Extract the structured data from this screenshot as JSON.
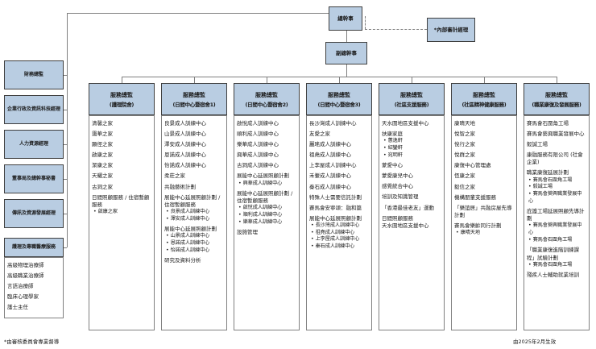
{
  "top": {
    "ceo": "總幹事",
    "deputy_ceo": "副總幹事",
    "internal_audit": "*內部審計經理"
  },
  "left_boxes": [
    "財務總監",
    "企業行政及資訊科技經理",
    "人力資源經理",
    "董事局及總幹事秘書",
    "傳訊及資源發展經理"
  ],
  "clinical": {
    "title": "護理及專職醫療服務",
    "items": [
      "高級物理治療師",
      "高級職業治療師",
      "言語治療師",
      "臨床心理學家",
      "護士主任"
    ]
  },
  "columns": [
    {
      "title": "服務總監",
      "subtitle": "(護理院舍)",
      "items": [
        {
          "text": "清馨之家"
        },
        {
          "text": "靄華之家"
        },
        {
          "text": "顯徑之家"
        },
        {
          "text": "啟康之家"
        },
        {
          "text": "潔康之家"
        },
        {
          "text": "天耀之家"
        },
        {
          "text": "古洞之家"
        },
        {
          "text": "日間照顧服務 / 住宿暫顧服務",
          "bullets": [
            "啟康之家"
          ]
        }
      ]
    },
    {
      "title": "服務總監",
      "subtitle": "(日間中心暨宿舍1)",
      "items": [
        {
          "text": "良景成人訓練中心"
        },
        {
          "text": "山景成人訓練中心"
        },
        {
          "text": "澤安成人訓練中心"
        },
        {
          "text": "恩諾成人訓練中心"
        },
        {
          "text": "怡諾成人訓練中心"
        },
        {
          "text": "柔莊之家"
        },
        {
          "text": "共融藝術計劃"
        },
        {
          "text": "展能中心延展照顧計劃 / 住宿暫顧服務",
          "bullets": [
            "良景成人訓練中心",
            "澤安成人訓練中心"
          ]
        },
        {
          "text": "展能中心延展照顧計劃",
          "bullets": [
            "山景成人訓練中心",
            "恩諾成人訓練中心",
            "怡諾成人訓練中心"
          ]
        },
        {
          "text": "研究及資料分析"
        }
      ]
    },
    {
      "title": "服務總監",
      "subtitle": "(日間中心暨宿舍2)",
      "items": [
        {
          "text": "啟悅成人訓練中心"
        },
        {
          "text": "順利成人訓練中心"
        },
        {
          "text": "樂華成人訓練中心"
        },
        {
          "text": "興華成人訓練中心"
        },
        {
          "text": "古洞成人訓練中心"
        },
        {
          "text": "展能中心延展照顧計劃",
          "bullets": [
            "興華成人訓練中心"
          ]
        },
        {
          "text": "展能中心延展照顧計劃 / 住宿暫顧服務",
          "bullets": [
            "啟悅成人訓練中心",
            "順利成人訓練中心",
            "樂華成人訓練中心"
          ]
        },
        {
          "text": "設施管理"
        }
      ]
    },
    {
      "title": "服務總監",
      "subtitle": "(日間中心暨宿舍3)",
      "items": [
        {
          "text": "長沙灣成人訓練中心"
        },
        {
          "text": "友愛之家"
        },
        {
          "text": "麗瑤成人訓練中心"
        },
        {
          "text": "祖堯成人訓練中心"
        },
        {
          "text": "上李屋成人訓練中心"
        },
        {
          "text": "禾輋成人訓練中心"
        },
        {
          "text": "秦石成人訓練中心"
        },
        {
          "text": "特殊人士需要信託計劃"
        },
        {
          "text": "賽馬會安寧頌：融和篇"
        },
        {
          "text": "展能中心延展照顧計劃",
          "bullets": [
            "長沙灣成人訓練中心",
            "祖堯成人訓練中心",
            "上李屋成人訓練中心",
            "秦石成人訓練中心"
          ]
        }
      ]
    },
    {
      "title": "服務總監",
      "subtitle": "(社區支援服務)",
      "items": [
        {
          "text": "天水圍地區支援中心"
        },
        {
          "text": "扶康家庭",
          "bullets": [
            "蕙逸軒",
            "紹鑾軒",
            "宛明軒"
          ]
        },
        {
          "text": "蒙愛中心"
        },
        {
          "text": "蒙愛康兒中心"
        },
        {
          "text": "感覺統合中心"
        },
        {
          "text": "培訓及知識管理"
        },
        {
          "text": "「香港最佳老友」運動"
        },
        {
          "text": "日間照顧服務"
        },
        {
          "text": "天水圍地區支援中心",
          "tight": true
        }
      ]
    },
    {
      "title": "服務總監",
      "subtitle": "(社區精神健康服務)",
      "items": [
        {
          "text": "康晴天地"
        },
        {
          "text": "悅智之家"
        },
        {
          "text": "悅行之家"
        },
        {
          "text": "悅群之家"
        },
        {
          "text": "康復中心管理處"
        },
        {
          "text": "恆康之家"
        },
        {
          "text": "毅信之家"
        },
        {
          "text": "機構朋輩支援服務"
        },
        {
          "text": "「樂誼居」共融房屋先導計劃"
        },
        {
          "text": "賽馬會樂齡同行計劃",
          "bullets": [
            "康晴天地"
          ]
        }
      ]
    },
    {
      "title": "服務總監",
      "subtitle": "(職業康復及發展服務)",
      "items": [
        {
          "text": "賽馬會石圍角工場"
        },
        {
          "text": "賽馬會葵興職業發展中心"
        },
        {
          "text": "毅誠工場"
        },
        {
          "text": "康融服務有限公司 (社會企業)"
        },
        {
          "text": "職業康復延展計劃",
          "bullets": [
            "賽馬會石圍角工場",
            "毅誠工場",
            "賽馬會葵興職業發展中心"
          ]
        },
        {
          "text": "庇護工場延展照顧先導計劃",
          "bullets": [
            "賽馬會葵興職業發展中心",
            "賽馬會石圍角工場"
          ]
        },
        {
          "text": "「職業康復進階訓練課程」試驗計劃",
          "bullets": [
            "賽馬會石圍角工場"
          ]
        },
        {
          "text": "殘疾人士輔助就業培訓"
        }
      ]
    }
  ],
  "notes": {
    "audit_note": "*由審核委員會專業督導",
    "effective_note": "由2025年2月生效"
  },
  "colors": {
    "box_fill": "#b9cde2",
    "box_border": "#3f3f3f",
    "container_border": "#808080",
    "line": "#7f7f7f"
  },
  "bullet_marker": "•"
}
